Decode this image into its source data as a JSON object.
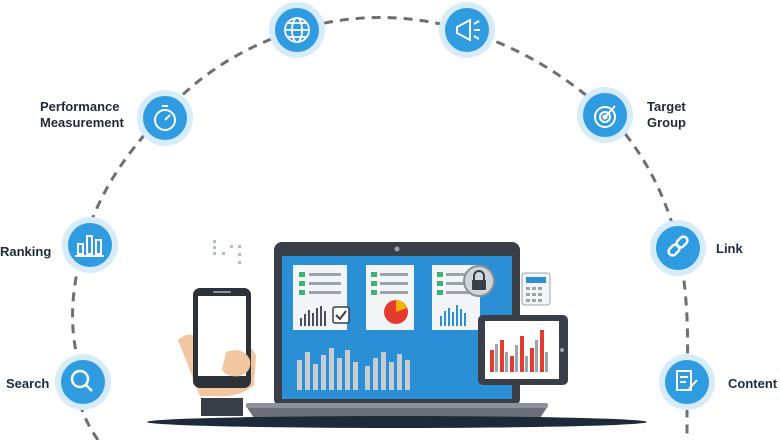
{
  "colors": {
    "node_fill": "#2f9be0",
    "node_ring": "#d6ecfa",
    "path": "#6f6f6f",
    "screen": "#2b8fd6",
    "screen_dark": "#1872b6",
    "laptop_body": "#3a3f47",
    "bar_gray": "#9ca3ab",
    "accent_red": "#e43a2f",
    "check_green": "#3cb371",
    "label_text": "#1e2a3a"
  },
  "nodes": [
    {
      "id": "search",
      "label": "Search",
      "icon": "magnifier-icon"
    },
    {
      "id": "ranking",
      "label": "Ranking",
      "icon": "bar-chart-icon"
    },
    {
      "id": "performance",
      "label_lines": [
        "Performance",
        "Measurement"
      ],
      "icon": "stopwatch-icon"
    },
    {
      "id": "web",
      "label": "",
      "icon": "globe-icon"
    },
    {
      "id": "promotion",
      "label": "",
      "icon": "megaphone-icon"
    },
    {
      "id": "target",
      "label_lines": [
        "Target",
        "Group"
      ],
      "icon": "target-icon"
    },
    {
      "id": "link",
      "label": "Link",
      "icon": "chain-link-icon"
    },
    {
      "id": "content",
      "label": "Content",
      "icon": "document-edit-icon"
    }
  ],
  "illustration": {
    "laptop": "laptop-dashboard",
    "phone": "smartphone-in-hand",
    "tablet": "tablet-chart",
    "calculator": "calculator-icon",
    "lock": "padlock-icon"
  }
}
